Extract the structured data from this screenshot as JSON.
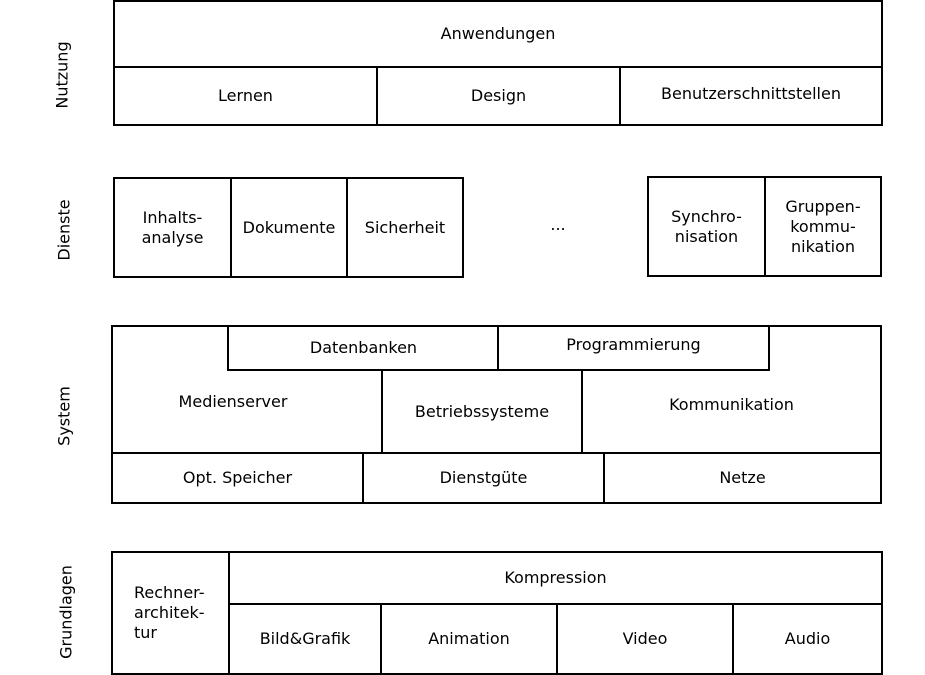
{
  "layers": {
    "nutzung": {
      "label": "Nutzung",
      "boxes": [
        "Anwendungen",
        "Lernen",
        "Design",
        "Benutzerschnittstellen"
      ]
    },
    "dienste": {
      "label": "Dienste",
      "boxes": [
        "Inhalts-\nanalyse",
        "Dokumente",
        "Sicherheit",
        "...",
        "Synchro-\nnisation",
        "Gruppen-\nkommu-\nnikation"
      ]
    },
    "system": {
      "label": "System",
      "boxes": [
        "Datenbanken",
        "Programmierung",
        "Medienserver",
        "Betriebssysteme",
        "Kommunikation",
        "Opt. Speicher",
        "Dienstgüte",
        "Netze"
      ]
    },
    "grundlagen": {
      "label": "Grundlagen",
      "boxes": [
        "Rechner-\narchitek-\ntur",
        "Kompression",
        "Bild&Grafik",
        "Animation",
        "Video",
        "Audio"
      ]
    }
  }
}
